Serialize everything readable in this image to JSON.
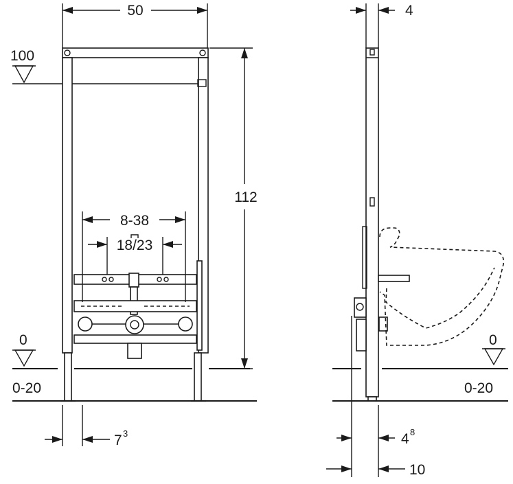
{
  "front_view": {
    "width_label": "50",
    "height_label": "112",
    "level_top_label": "100",
    "level_zero_label": "0",
    "floor_range_label": "0-20",
    "bracket_spacing_label": "8-38",
    "supply_spacing_label": "18/23",
    "foot_offset_main": "7",
    "foot_offset_sup": "3"
  },
  "side_view": {
    "depth_top_label": "4",
    "level_zero_label": "0",
    "floor_range_label": "0-20",
    "depth_mid_main": "4",
    "depth_mid_sup": "8",
    "depth_bottom_label": "10"
  },
  "icons": [
    "level-marker-icon"
  ]
}
